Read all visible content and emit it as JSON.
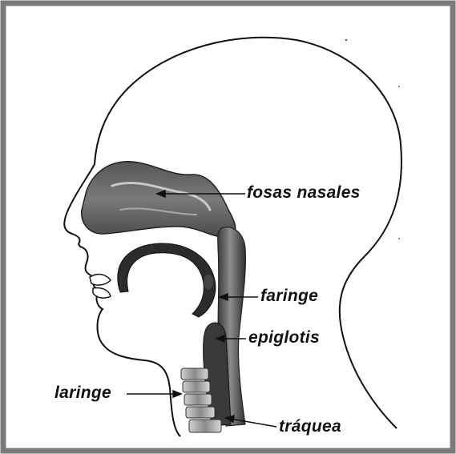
{
  "labels": {
    "fosas_nasales": "fosas nasales",
    "faringe": "faringe",
    "epiglotis": "epiglotis",
    "laringe": "laringe",
    "traquea": "tráquea"
  },
  "colors": {
    "border": "#777777",
    "outline": "#111111",
    "tissue_dark": "#3e3e3e",
    "tissue_mid": "#6f6f6f",
    "tissue_light": "#b5b5b5"
  }
}
